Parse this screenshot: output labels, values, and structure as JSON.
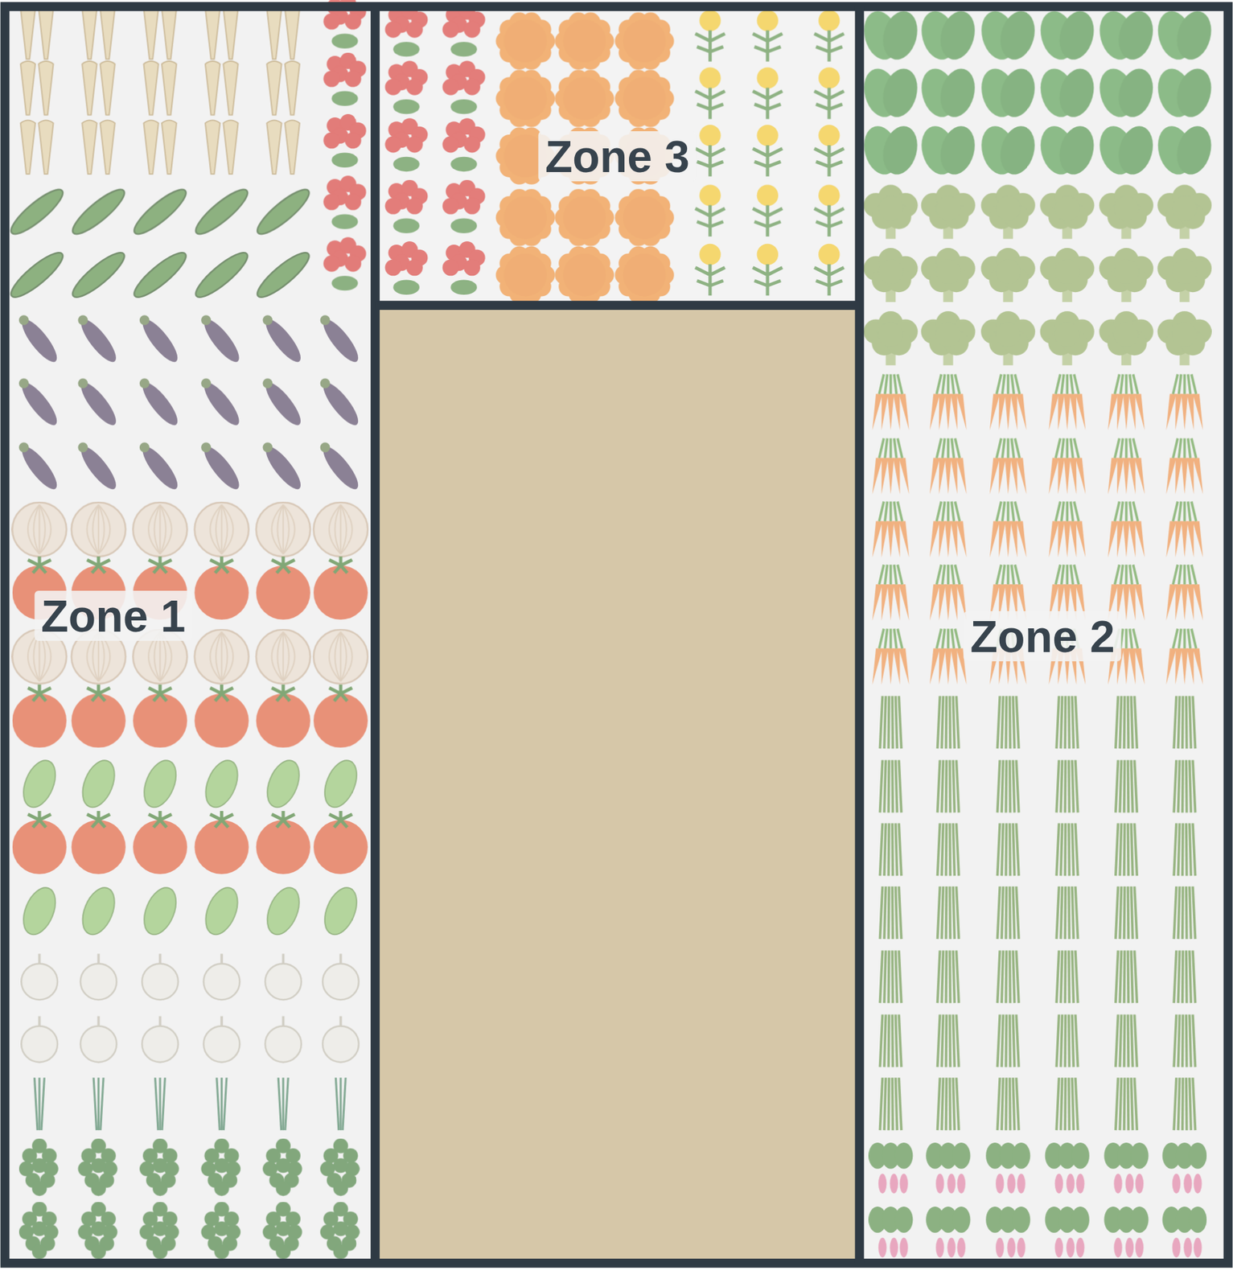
{
  "diagram": {
    "nodes": [
      {
        "text": [
          "Zone 1"
        ]
      },
      {
        "text": [
          "Zone 3"
        ]
      },
      {
        "text": [
          "Zone 2"
        ]
      }
    ]
  }
}
